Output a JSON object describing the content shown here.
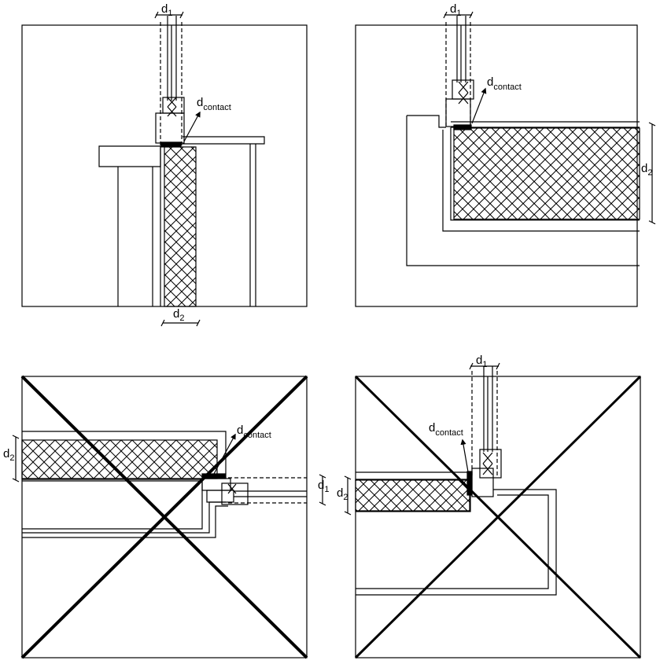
{
  "labels": {
    "d": "d",
    "sub_1": "1",
    "sub_2": "2",
    "sub_contact": "contact"
  }
}
